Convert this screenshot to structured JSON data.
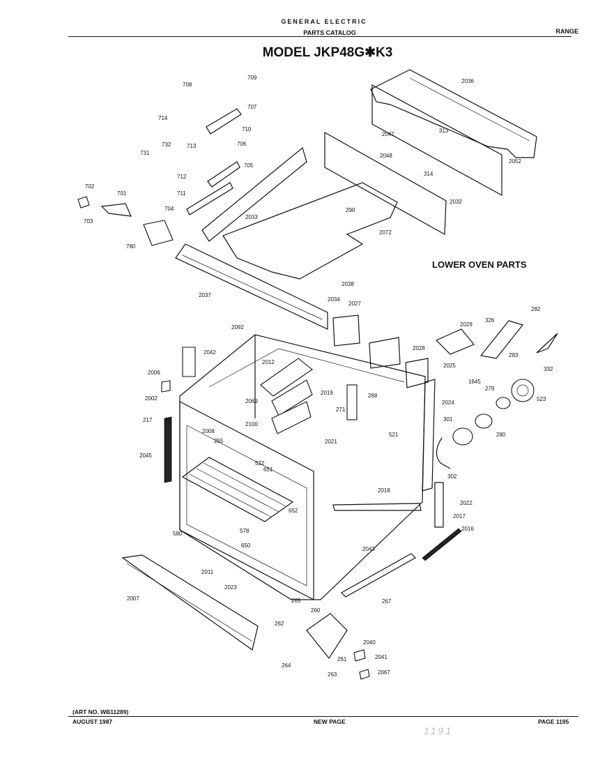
{
  "header": {
    "brand": "GENERAL ELECTRIC",
    "catalog": "PARTS CATALOG",
    "category": "RANGE",
    "title": "MODEL JKP48G✱K3"
  },
  "section_title": "LOWER OVEN PARTS",
  "footer": {
    "art_no": "(ART NO. WB11289)",
    "date": "AUGUST 1987",
    "new_page": "NEW PAGE",
    "page": "PAGE 1195"
  },
  "stamp": "1191",
  "part_labels": [
    "2036",
    "709",
    "708",
    "707",
    "714",
    "713",
    "710",
    "706",
    "731",
    "732",
    "705",
    "712",
    "711",
    "2047",
    "313",
    "2048",
    "314",
    "2052",
    "702",
    "701",
    "703",
    "704",
    "780",
    "2033",
    "2032",
    "290",
    "2072",
    "2038",
    "2037",
    "2034",
    "2027",
    "2029",
    "326",
    "282",
    "283",
    "332",
    "2092",
    "2042",
    "2028",
    "2025",
    "2006",
    "2002",
    "2012",
    "2069",
    "2019",
    "268",
    "2100",
    "271",
    "521",
    "1645",
    "279",
    "523",
    "217",
    "2008",
    "255",
    "2045",
    "522",
    "651",
    "2021",
    "301",
    "280",
    "302",
    "2018",
    "652",
    "578",
    "580",
    "650",
    "2022",
    "2017",
    "2016",
    "2043",
    "2011",
    "2023",
    "265",
    "267",
    "2007",
    "262",
    "260",
    "2040",
    "261",
    "2041",
    "264",
    "263",
    "2067",
    "2024"
  ]
}
